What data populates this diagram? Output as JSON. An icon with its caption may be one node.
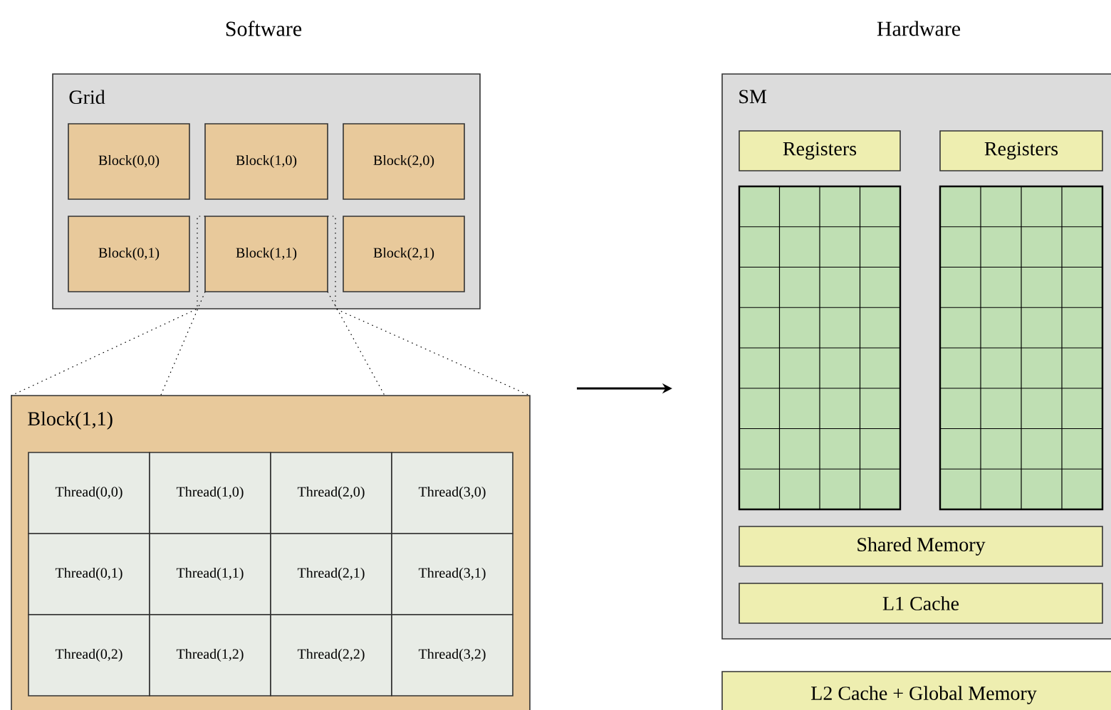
{
  "diagram": {
    "nodes": [
      {
        "text": [
          "Grid"
        ]
      },
      {
        "text": [
          "Block(0,0)"
        ],
        "in": 0
      },
      {
        "text": [
          "Block(1,0)"
        ],
        "in": 0
      },
      {
        "text": [
          "Block(2,0)"
        ],
        "in": 0
      },
      {
        "text": [
          "Block(0,1)"
        ],
        "in": 0
      },
      {
        "text": [
          "Block(1,1)"
        ],
        "in": 0
      },
      {
        "text": [
          "Block(2,1)"
        ],
        "in": 0
      },
      {
        "text": [
          "Block(1,1)"
        ]
      },
      {
        "text": [
          "Thread(0,0)"
        ],
        "in": 7
      },
      {
        "text": [
          "Thread(1,0)"
        ],
        "in": 7
      },
      {
        "text": [
          "Thread(2,0)"
        ],
        "in": 7
      },
      {
        "text": [
          "Thread(3,0)"
        ],
        "in": 7
      },
      {
        "text": [
          "Thread(0,1)"
        ],
        "in": 7
      },
      {
        "text": [
          "Thread(1,1)"
        ],
        "in": 7
      },
      {
        "text": [
          "Thread(2,1)"
        ],
        "in": 7
      },
      {
        "text": [
          "Thread(3,1)"
        ],
        "in": 7
      },
      {
        "text": [
          "Thread(0,2)"
        ],
        "in": 7
      },
      {
        "text": [
          "Thread(1,2)"
        ],
        "in": 7
      },
      {
        "text": [
          "Thread(2,2)"
        ],
        "in": 7
      },
      {
        "text": [
          "Thread(3,2)"
        ],
        "in": 7
      },
      {
        "text": [
          "SM"
        ]
      },
      {
        "text": [
          "Registers"
        ],
        "in": 20
      },
      {
        "text": [
          "Registers"
        ],
        "in": 20
      },
      {
        "text": [],
        "shape": "box",
        "in": 20
      },
      {
        "text": [],
        "shape": "box",
        "in": 20
      },
      {
        "text": [
          "Shared Memory"
        ],
        "in": 20
      },
      {
        "text": [
          "L1 Cache"
        ],
        "in": 20
      },
      {
        "text": [
          "L2 Cache + Global Memory"
        ]
      }
    ],
    "edges": [
      {
        "from": 7,
        "to": 20,
        "arrow": "to"
      },
      {
        "from": 5,
        "to": 7,
        "arrow": "none",
        "style": "dashed"
      },
      {
        "from": 5,
        "to": 7,
        "arrow": "none",
        "style": "dashed"
      },
      {
        "from": 5,
        "to": 7,
        "arrow": "none",
        "style": "dashed"
      },
      {
        "from": 5,
        "to": 7,
        "arrow": "none",
        "style": "dashed"
      }
    ],
    "labels": [
      "Software",
      "Hardware"
    ]
  }
}
